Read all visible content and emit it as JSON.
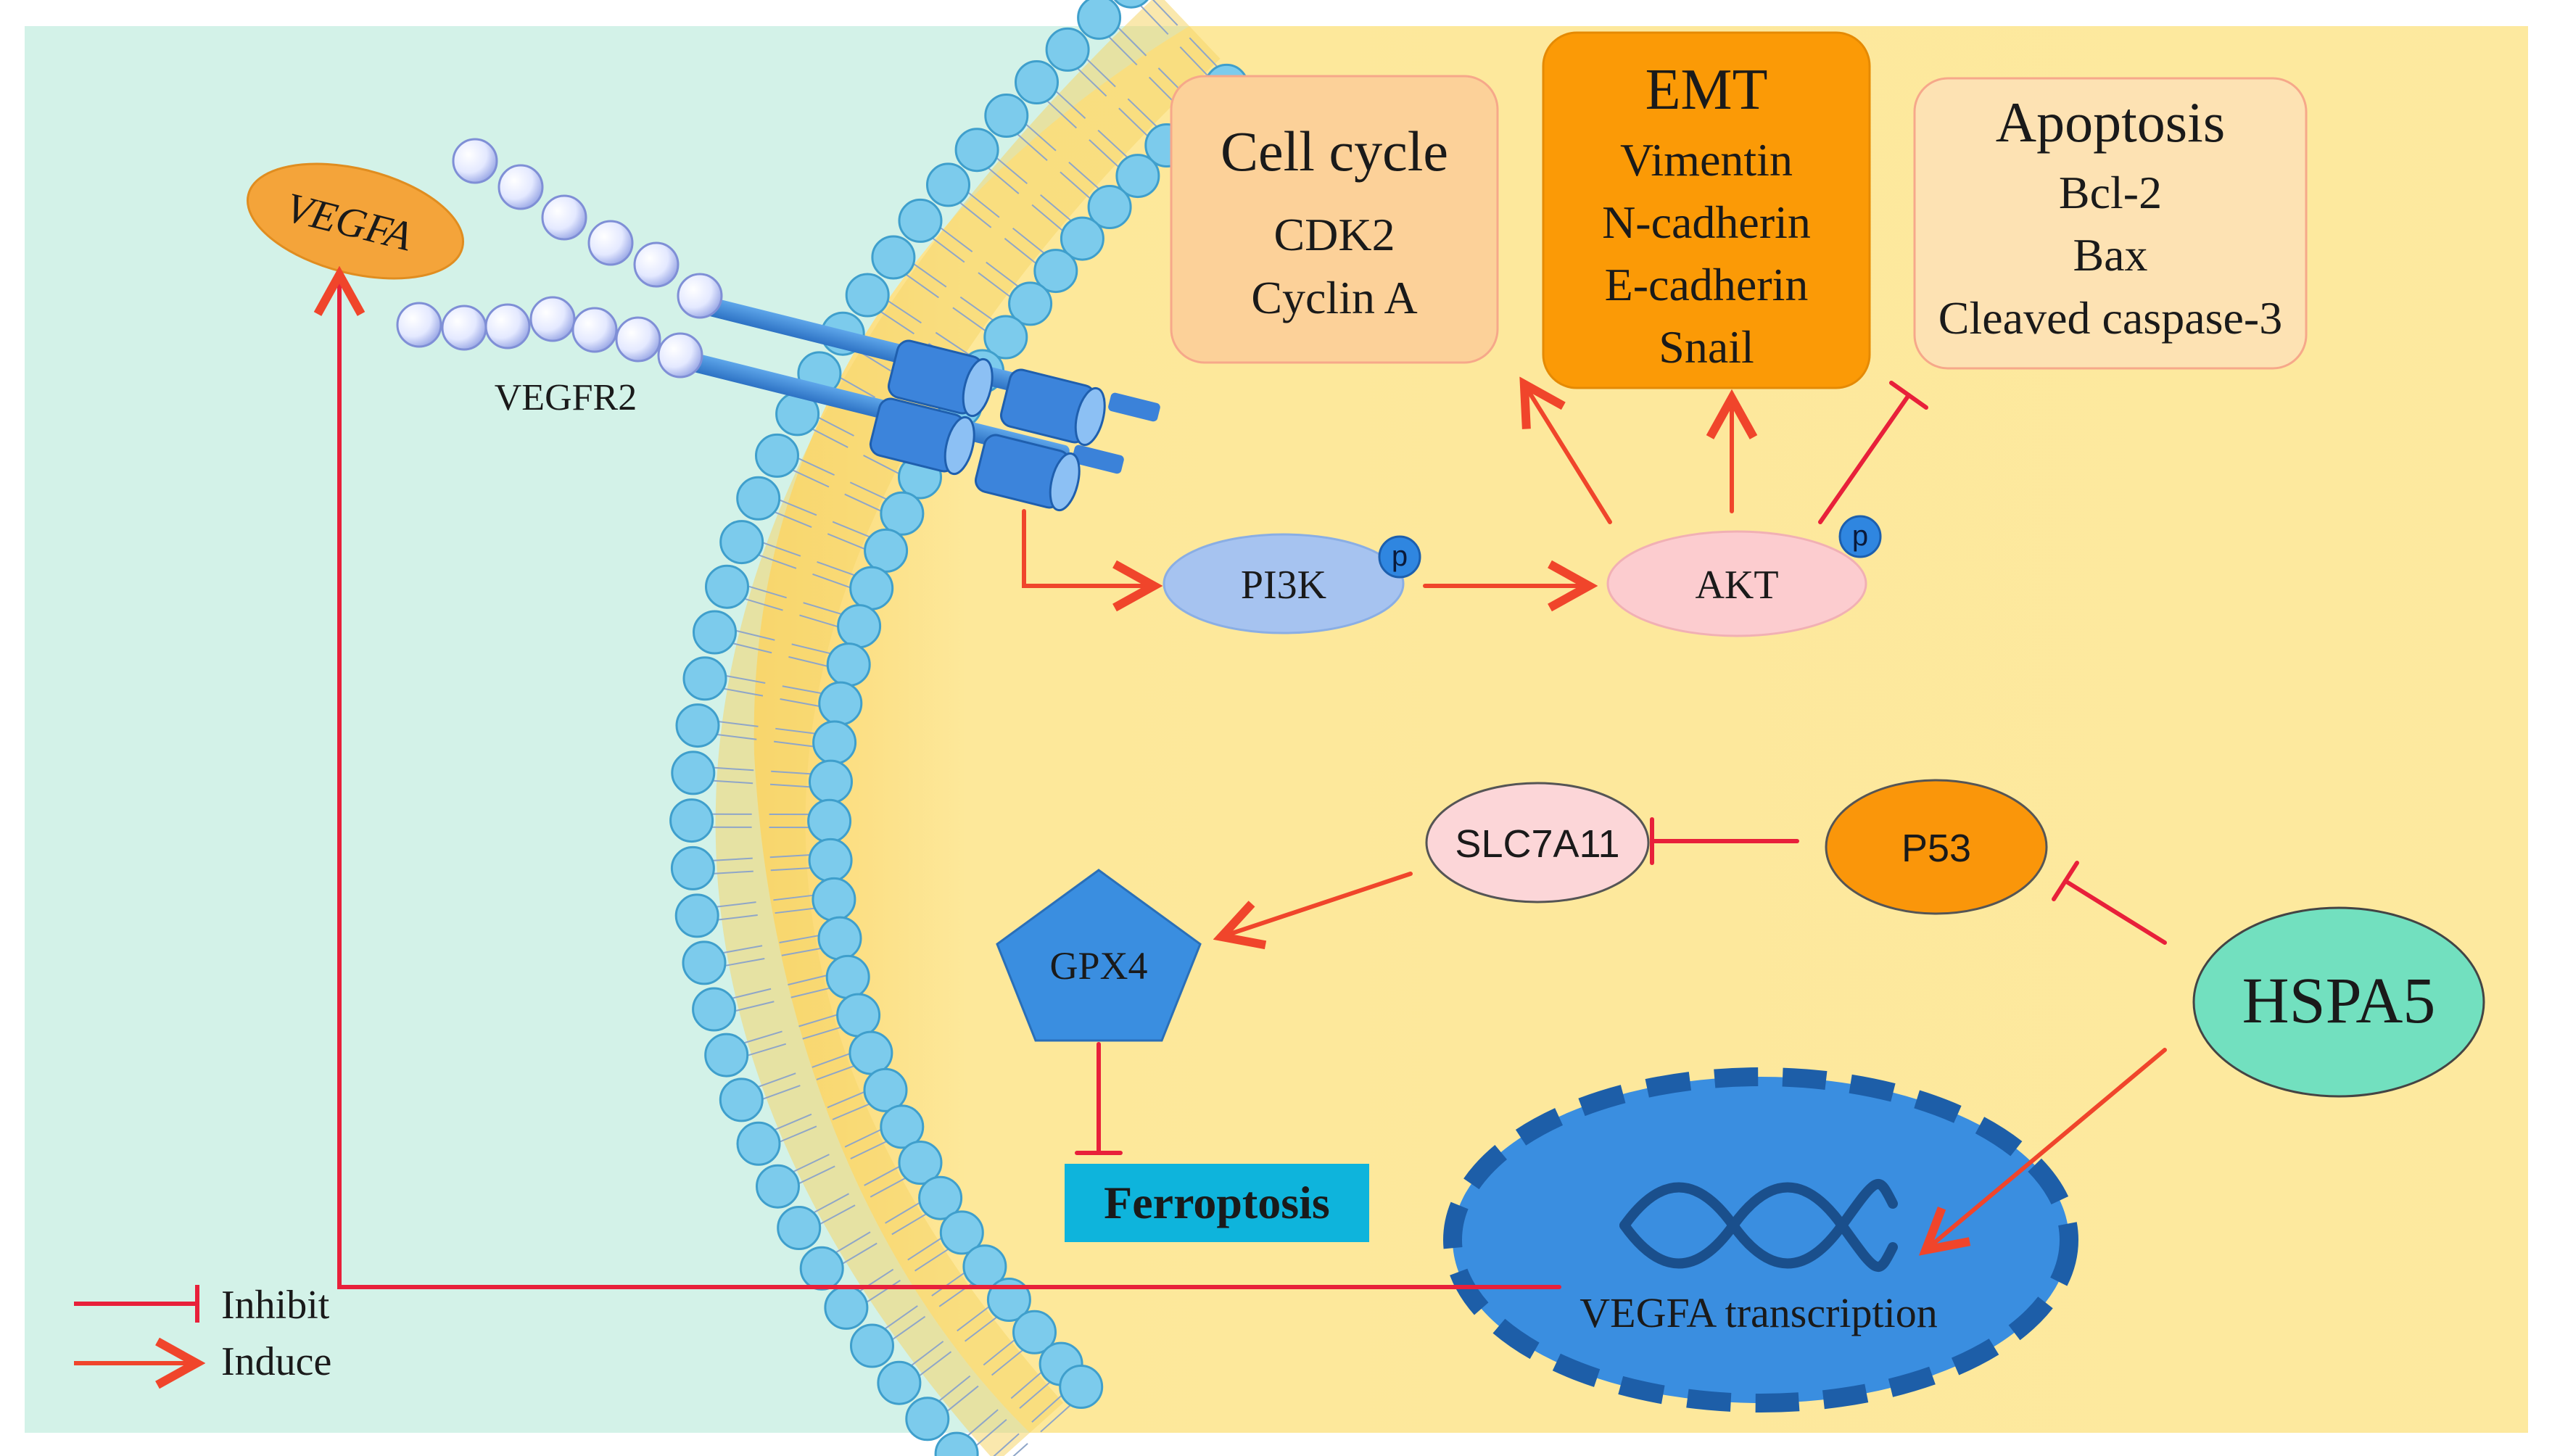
{
  "labels": {
    "vegfa": "VEGFA",
    "vegfr2": "VEGFR2",
    "pi3k": "PI3K",
    "akt": "AKT",
    "phospho": "p",
    "slc7a11": "SLC7A11",
    "p53": "P53",
    "gpx4": "GPX4",
    "hspa5": "HSPA5",
    "ferroptosis": "Ferroptosis",
    "vegfa_transcription": "VEGFA transcription"
  },
  "boxes": {
    "cell_cycle": {
      "title": "Cell cycle",
      "items": [
        "CDK2",
        "Cyclin A"
      ]
    },
    "emt": {
      "title": "EMT",
      "items": [
        "Vimentin",
        "N-cadherin",
        "E-cadherin",
        "Snail"
      ]
    },
    "apoptosis": {
      "title": "Apoptosis",
      "items": [
        "Bcl-2",
        "Bax",
        "Cleaved caspase-3"
      ]
    }
  },
  "legend": {
    "inhibit": "Inhibit",
    "induce": "Induce"
  },
  "colors": {
    "extracellular": "#d3f2e8",
    "cytoplasm": "#fde89a",
    "lipid_head": "#7ccbec",
    "arrow": "#f0452b",
    "inhibit": "#e8203a",
    "nucleus": "#3a8ee0",
    "emt_box": "#fb9a06",
    "cell_cycle_box": "#fcd199",
    "apoptosis_box": "#fde2b3",
    "ferroptosis_box": "#0eb4dc",
    "hspa5": "#72e0bf",
    "p53": "#fa960a",
    "slc7a11": "#fcd6d8",
    "akt": "#fccccf",
    "pi3k": "#a6c3f0",
    "gpx4": "#3a8ee0"
  }
}
